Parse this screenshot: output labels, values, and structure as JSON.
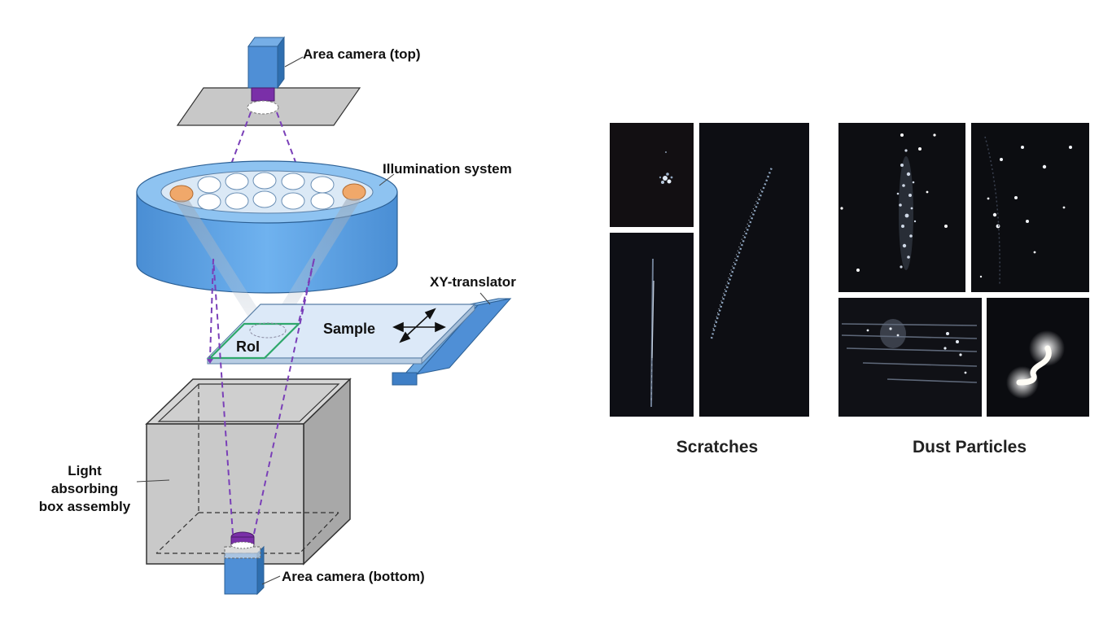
{
  "diagram": {
    "labels": {
      "area_camera_top": "Area camera (top)",
      "illumination_system": "Illumination system",
      "xy_translator": "XY-translator",
      "sample": "Sample",
      "roi": "RoI",
      "light_box_line1": "Light",
      "light_box_line2": "absorbing",
      "light_box_line3": "box assembly",
      "area_camera_bottom": "Area camera (bottom)"
    },
    "colors": {
      "camera_blue": "#4f8fd6",
      "lens_purple": "#7a2fa8",
      "ring_blue": "#5aa2e6",
      "led_orange": "#f0a86a",
      "sample_fill": "#dce9f8",
      "roi_green": "#2fa86c",
      "box_gray": "#c4c4c4"
    }
  },
  "gallery": {
    "scratches_caption": "Scratches",
    "dust_caption": "Dust Particles"
  }
}
